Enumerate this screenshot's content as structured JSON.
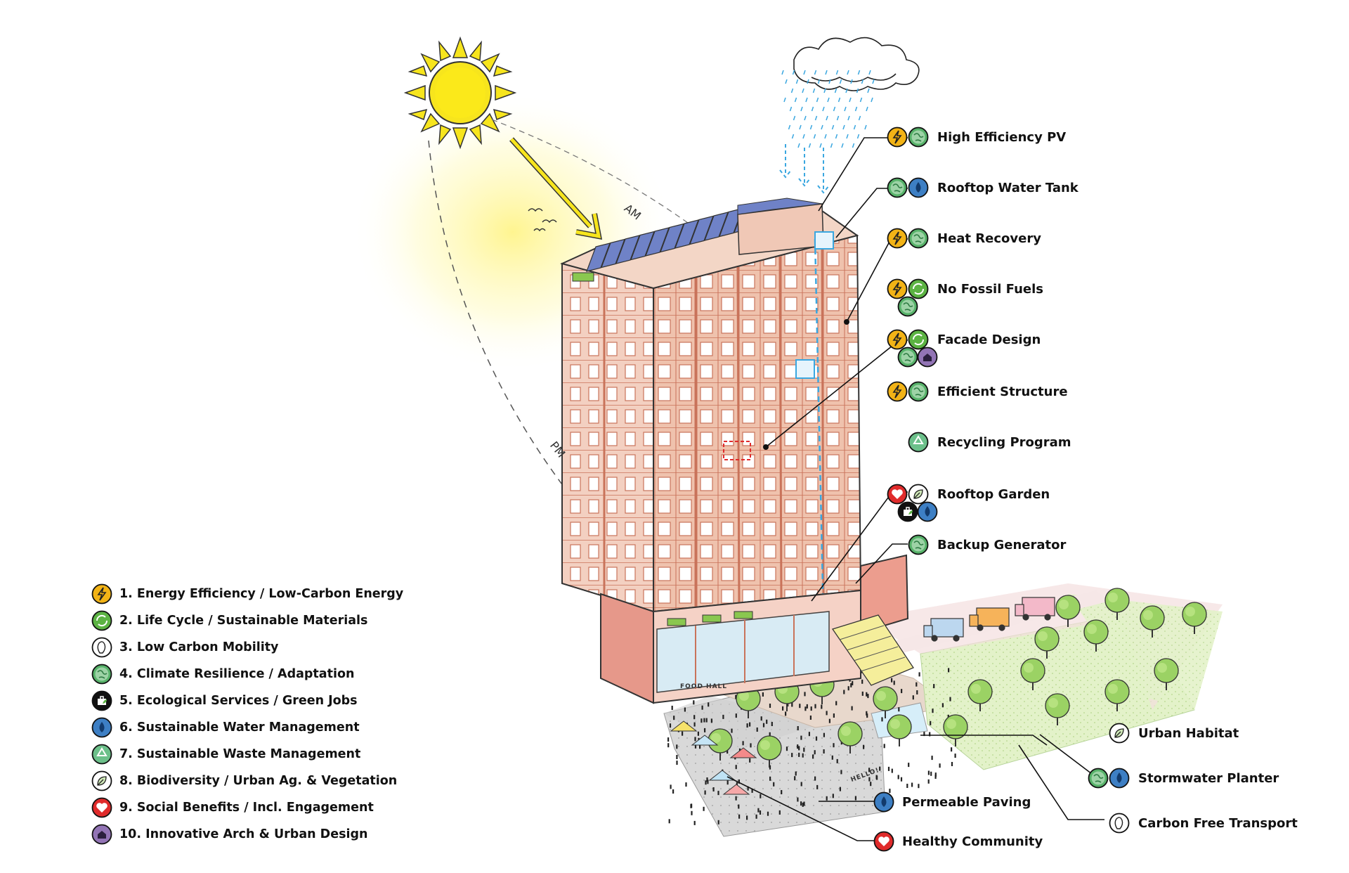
{
  "colors": {
    "energy": "#f2b316",
    "lifecycle": "#5cb343",
    "mobility": "#ffffff",
    "climate": "#57b36a",
    "ecological": "#111111",
    "water": "#3d7fc4",
    "waste": "#6cc08a",
    "biodiversity": "#ffffff",
    "social": "#e02b2b",
    "arch": "#9274b5",
    "facade": "#e9b9a3",
    "facade_line": "#c9735a",
    "pv": "#6f82c7",
    "rain": "#3aa7e0",
    "sun": "#f7e51d"
  },
  "sky": {
    "am": "AM",
    "pm": "PM"
  },
  "building": {
    "food_hall": "FOOD HALL",
    "hello": "HELLO!"
  },
  "callouts": [
    {
      "label": "High Efficiency PV",
      "icons": [
        "energy-icon",
        "climate-icon"
      ]
    },
    {
      "label": "Rooftop Water Tank",
      "icons": [
        "climate-icon",
        "water-icon"
      ]
    },
    {
      "label": "Heat Recovery",
      "icons": [
        "energy-icon",
        "climate-icon"
      ]
    },
    {
      "label": "No Fossil Fuels",
      "icons": [
        "energy-icon",
        "lifecycle-icon",
        "climate-icon"
      ]
    },
    {
      "label": "Facade Design",
      "icons": [
        "energy-icon",
        "lifecycle-icon",
        "climate-icon",
        "arch-icon"
      ]
    },
    {
      "label": "Efficient Structure",
      "icons": [
        "energy-icon",
        "climate-icon"
      ]
    },
    {
      "label": "Recycling Program",
      "icons": [
        "waste-icon"
      ]
    },
    {
      "label": "Rooftop Garden",
      "icons": [
        "social-icon",
        "biodiversity-icon",
        "ecological-icon",
        "water-icon"
      ]
    },
    {
      "label": "Backup Generator",
      "icons": [
        "climate-icon"
      ]
    },
    {
      "label": "Urban Habitat",
      "icons": [
        "biodiversity-icon"
      ]
    },
    {
      "label": "Stormwater Planter",
      "icons": [
        "climate-icon",
        "water-icon"
      ]
    },
    {
      "label": "Carbon Free Transport",
      "icons": [
        "mobility-icon"
      ]
    },
    {
      "label": "Permeable Paving",
      "icons": [
        "water-icon"
      ]
    },
    {
      "label": "Healthy Community",
      "icons": [
        "social-icon"
      ]
    }
  ],
  "legend": [
    {
      "label": "1. Energy Efficiency / Low-Carbon Energy",
      "icon": "energy-icon"
    },
    {
      "label": "2. Life Cycle / Sustainable Materials",
      "icon": "lifecycle-icon"
    },
    {
      "label": "3. Low Carbon Mobility",
      "icon": "mobility-icon"
    },
    {
      "label": "4. Climate Resilience / Adaptation",
      "icon": "climate-icon"
    },
    {
      "label": "5. Ecological Services / Green Jobs",
      "icon": "ecological-icon"
    },
    {
      "label": "6. Sustainable Water Management",
      "icon": "water-icon"
    },
    {
      "label": "7. Sustainable Waste Management",
      "icon": "waste-icon"
    },
    {
      "label": "8. Biodiversity / Urban Ag. & Vegetation",
      "icon": "biodiversity-icon"
    },
    {
      "label": "9. Social Benefits / Incl. Engagement",
      "icon": "social-icon"
    },
    {
      "label": "10. Innovative Arch & Urban Design",
      "icon": "arch-icon"
    }
  ]
}
